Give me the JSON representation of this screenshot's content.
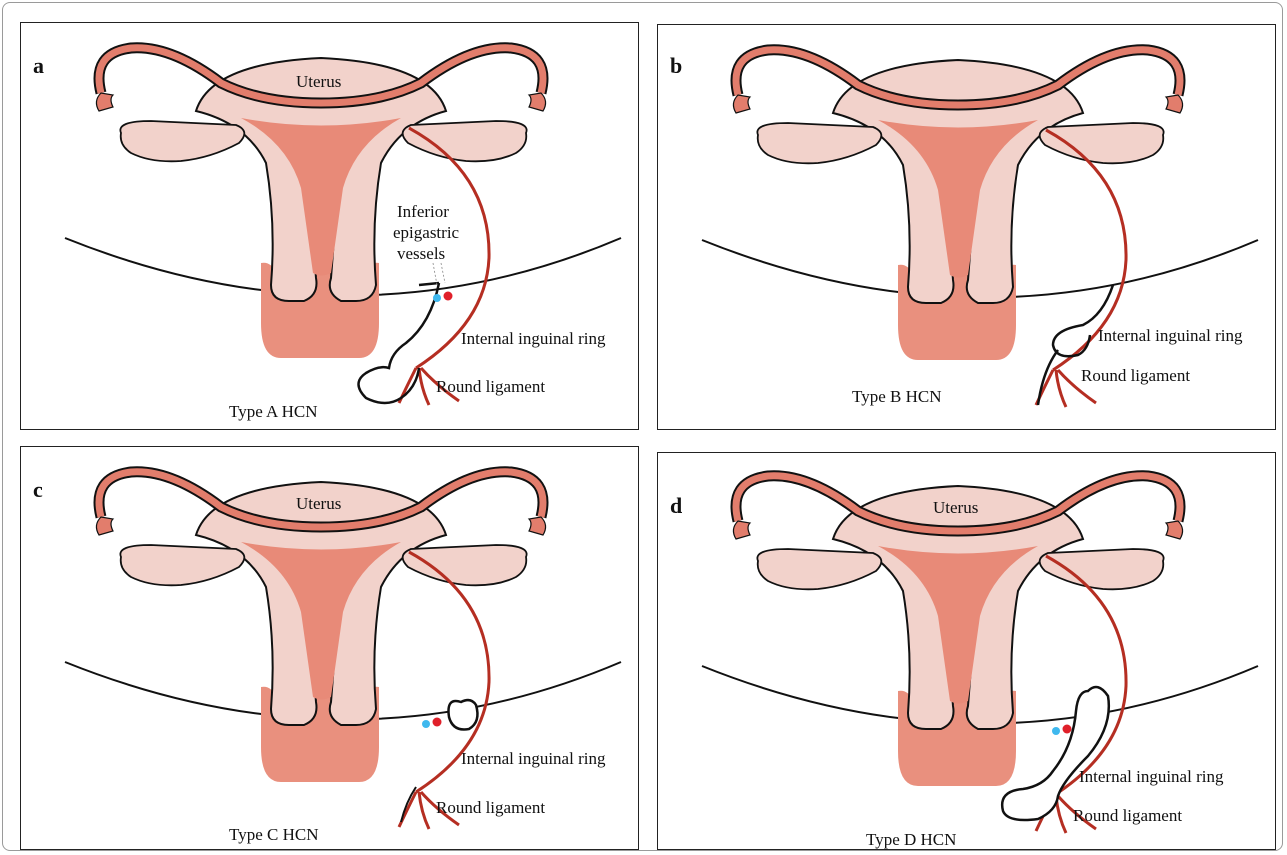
{
  "panels": [
    {
      "id": "a",
      "letter": "a",
      "uterus_label": "Uterus",
      "vessels_label": "Inferior epigastric vessels",
      "vessels_lines": [
        "Inferior",
        "epigastric",
        "vessels"
      ],
      "ring_label": "Internal inguinal ring",
      "ligament_label": "Round ligament",
      "type_label": "Type A HCN",
      "sac": "A"
    },
    {
      "id": "b",
      "letter": "b",
      "uterus_label": "",
      "ring_label": "Internal inguinal ring",
      "ligament_label": "Round ligament",
      "type_label": "Type B HCN",
      "sac": "B"
    },
    {
      "id": "c",
      "letter": "c",
      "uterus_label": "Uterus",
      "ring_label": "Internal inguinal ring",
      "ligament_label": "Round ligament",
      "type_label": "Type C HCN",
      "sac": "C"
    },
    {
      "id": "d",
      "letter": "d",
      "uterus_label": "Uterus",
      "ring_label": "Internal inguinal ring",
      "ligament_label": "Round ligament",
      "type_label": "Type D HCN",
      "sac": "D"
    }
  ],
  "colors": {
    "uterus_fill": "#f2d2cb",
    "uterus_inner": "#e88a78",
    "cervix": "#e9907e",
    "tube": "#e27d6c",
    "ligament": "#b52e22",
    "outline": "#111111",
    "vein_dot": "#3fb8ee",
    "artery_dot": "#e0202a"
  }
}
